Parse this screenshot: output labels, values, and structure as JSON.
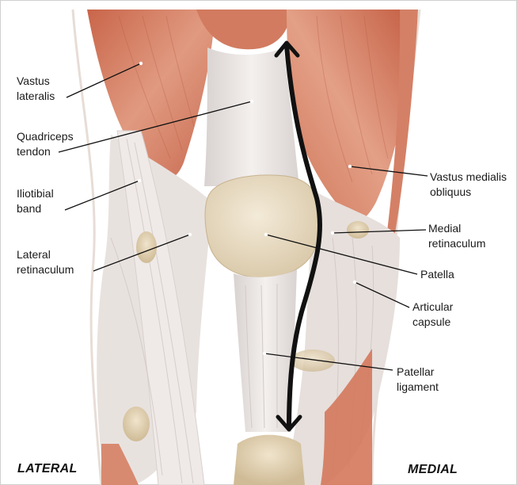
{
  "labels": {
    "vastus_lateralis": [
      "Vastus",
      "lateralis"
    ],
    "quadriceps_tendon": [
      "Quadriceps",
      "tendon"
    ],
    "iliotibial_band": [
      "Iliotibial",
      "band"
    ],
    "lateral_retinaculum": [
      "Lateral",
      "retinaculum"
    ],
    "vastus_medialis_obliquus": [
      "Vastus medialis",
      "obliquus"
    ],
    "medial_retinaculum": [
      "Medial",
      "retinaculum"
    ],
    "patella": "Patella",
    "articular_capsule": [
      "Articular",
      "capsule"
    ],
    "patellar_ligament": [
      "Patellar",
      "ligament"
    ]
  },
  "sides": {
    "lateral": "LATERAL",
    "medial": "MEDIAL"
  },
  "colors": {
    "muscle": "#d9836a",
    "tendon": "#ece6e3",
    "patella": "#e9dcc4",
    "bone": "#e6d6b8",
    "arrow": "#111111",
    "leader": "#111111"
  },
  "icons": {
    "movement_arrow": "double-headed-vertical-arrow"
  }
}
